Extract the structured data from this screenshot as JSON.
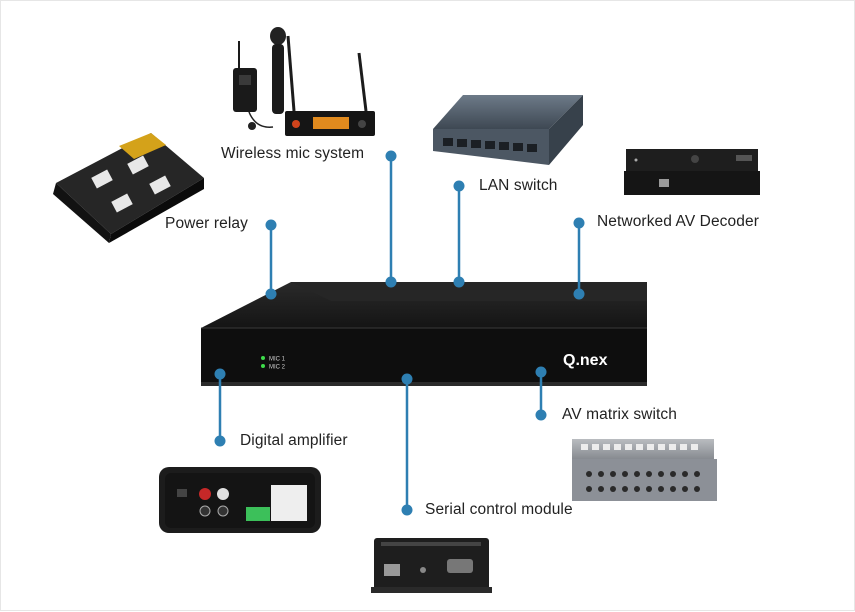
{
  "labels": {
    "wireless_mic": "Wireless mic system",
    "lan_switch": "LAN switch",
    "power_relay": "Power relay",
    "av_decoder": "Networked AV Decoder",
    "digital_amp": "Digital amplifier",
    "serial_module": "Serial control module",
    "av_matrix": "AV matrix switch"
  },
  "hub": {
    "brand": "Q.nex",
    "leds": [
      "MIC 1",
      "MIC 2"
    ]
  },
  "colors": {
    "connector": "#2e7fb2",
    "hub_body": "#111111",
    "led": "#3ddc4a"
  },
  "icons": [
    "wireless-mic-image",
    "lan-switch-image",
    "power-relay-image",
    "av-decoder-image",
    "digital-amplifier-image",
    "serial-control-module-image",
    "av-matrix-switch-image"
  ]
}
